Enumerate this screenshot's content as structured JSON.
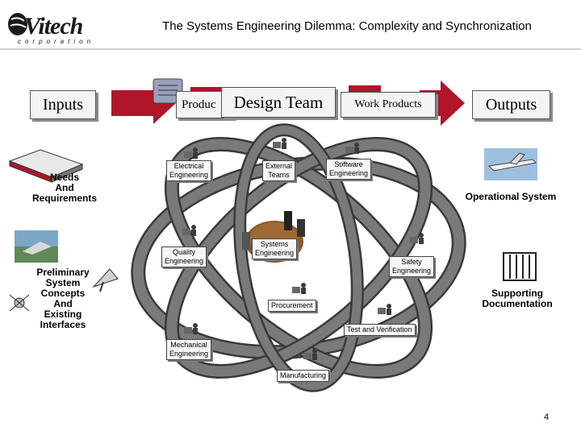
{
  "logo": {
    "word": "Vitech",
    "sub": "corporation"
  },
  "title": "The Systems Engineering Dilemma: Complexity and Synchronization",
  "header": {
    "inputs": "Inputs",
    "products_partial": "Produc",
    "design_team": "Design Team",
    "work_products": "Work Products",
    "outputs": "Outputs"
  },
  "left": {
    "needs": [
      "Needs",
      "And",
      "Requirements"
    ],
    "concepts": [
      "Preliminary",
      "System",
      "Concepts",
      "And",
      "Existing",
      "Interfaces"
    ]
  },
  "right": {
    "operational": "Operational System",
    "supporting": [
      "Supporting",
      "Documentation"
    ]
  },
  "teams": {
    "electrical": [
      "Electrical",
      "Engineering"
    ],
    "external": [
      "External",
      "Teams"
    ],
    "software": [
      "Software",
      "Engineering"
    ],
    "quality": [
      "Quality",
      "Engineering"
    ],
    "systems": [
      "Systems",
      "Engineering"
    ],
    "safety": [
      "Safety",
      "Engineering"
    ],
    "procurement": "Procurement",
    "test": "Test and Verification",
    "mechanical": [
      "Mechanical",
      "Engineering"
    ],
    "manufacturing": "Manufacturing"
  },
  "page_number": "4",
  "colors": {
    "arrow": "#b0152a",
    "orbit": "#6b6b6b",
    "orbit_edge": "#3a3a3a",
    "panel": "#9a9fa8"
  }
}
